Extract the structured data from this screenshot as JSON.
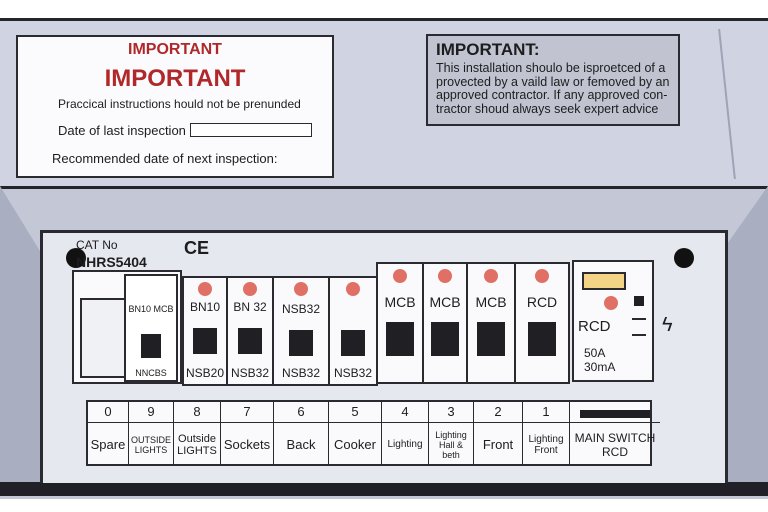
{
  "label_left": {
    "heading_small": "IMPORTANT",
    "heading_large": "IMPORTANT",
    "instruction": "Praccical instructions hould not be prenunded",
    "last_inspection_label": "Date of last inspection",
    "next_inspection_label": "Recommended date of next inspection:"
  },
  "label_right": {
    "heading": "IMPORTANT:",
    "body": "This installation shoulo be isproetced of a provected by a vaild law or femoved by an approved contractor. If any approved con- tractor shoud always seek expert advice"
  },
  "board": {
    "cat_no_label": "CAT No",
    "ce_mark": "CE",
    "model": "NHRS5404"
  },
  "main_block": {
    "label_top": "BN10 MCB",
    "label_bottom": "NNCBS"
  },
  "breakers": [
    {
      "top": "BN10",
      "bottom": "NSB20"
    },
    {
      "top": "BN 32",
      "bottom": "NSB32"
    },
    {
      "top": "NSB32",
      "bottom": "NSB32"
    },
    {
      "top": "",
      "bottom": "NSB32"
    }
  ],
  "mcb_group": [
    {
      "label": "MCB"
    },
    {
      "label": "MCB"
    },
    {
      "label": "MCB"
    },
    {
      "label": "RCD"
    }
  ],
  "rcd": {
    "label": "RCD",
    "rating": "50A",
    "sensitivity": "30mA"
  },
  "circuit_labels": [
    {
      "num": "0",
      "label": "Spare"
    },
    {
      "num": "9",
      "label": "OUTSIDE LIGHTS"
    },
    {
      "num": "8",
      "label": "Outside LIGHTS"
    },
    {
      "num": "7",
      "label": "Sockets"
    },
    {
      "num": "6",
      "label": "Back"
    },
    {
      "num": "5",
      "label": "Cooker"
    },
    {
      "num": "4",
      "label": "Lighting"
    },
    {
      "num": "3",
      "label": "Lighting Hall & beth"
    },
    {
      "num": "2",
      "label": "Front"
    },
    {
      "num": "1",
      "label": "Lighting Front"
    },
    {
      "num": "",
      "label": "MAIN SWITCH RCD"
    }
  ],
  "colors": {
    "casing": "#cfd3e2",
    "indicator": "#e07066",
    "rcd_tab": "#f3d487",
    "warning_red": "#b0282a"
  }
}
